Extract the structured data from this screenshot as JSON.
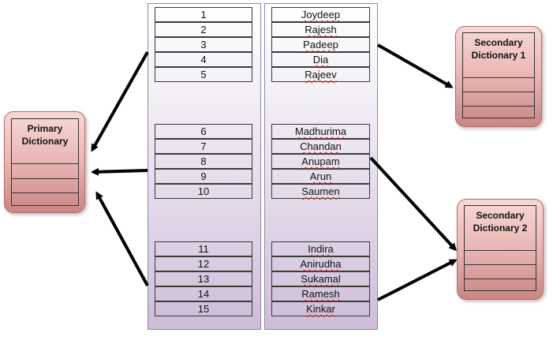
{
  "id_rows": [
    {
      "groups": [
        [
          "1",
          "2",
          "3",
          "4",
          "5"
        ],
        [
          "6",
          "7",
          "8",
          "9",
          "10"
        ],
        [
          "11",
          "12",
          "13",
          "14",
          "15"
        ]
      ]
    }
  ],
  "id_groups": [
    [
      "1",
      "2",
      "3",
      "4",
      "5"
    ],
    [
      "6",
      "7",
      "8",
      "9",
      "10"
    ],
    [
      "11",
      "12",
      "13",
      "14",
      "15"
    ]
  ],
  "name_groups": [
    [
      "Joydeep",
      "Rajesh",
      "Padeep",
      "Dia",
      "Rajeev"
    ],
    [
      "Madhurima",
      "Chandan",
      "Anupam",
      "Arun",
      "Saumen"
    ],
    [
      "Indira",
      "Anirudha",
      "Sukamal",
      "Ramesh",
      "Kinkar"
    ]
  ],
  "primary_dictionary": {
    "title_line1": "Primary",
    "title_line2": "Dictionary"
  },
  "secondary_dictionary_1": {
    "title_line1": "Secondary",
    "title_line2": "Dictionary  1"
  },
  "secondary_dictionary_2": {
    "title_line1": "Secondary",
    "title_line2": "Dictionary  2"
  },
  "colors": {
    "arrow": "#000000",
    "dictionary_fill": "#e9b6b3",
    "panel_fill": "#ddd2e5"
  }
}
